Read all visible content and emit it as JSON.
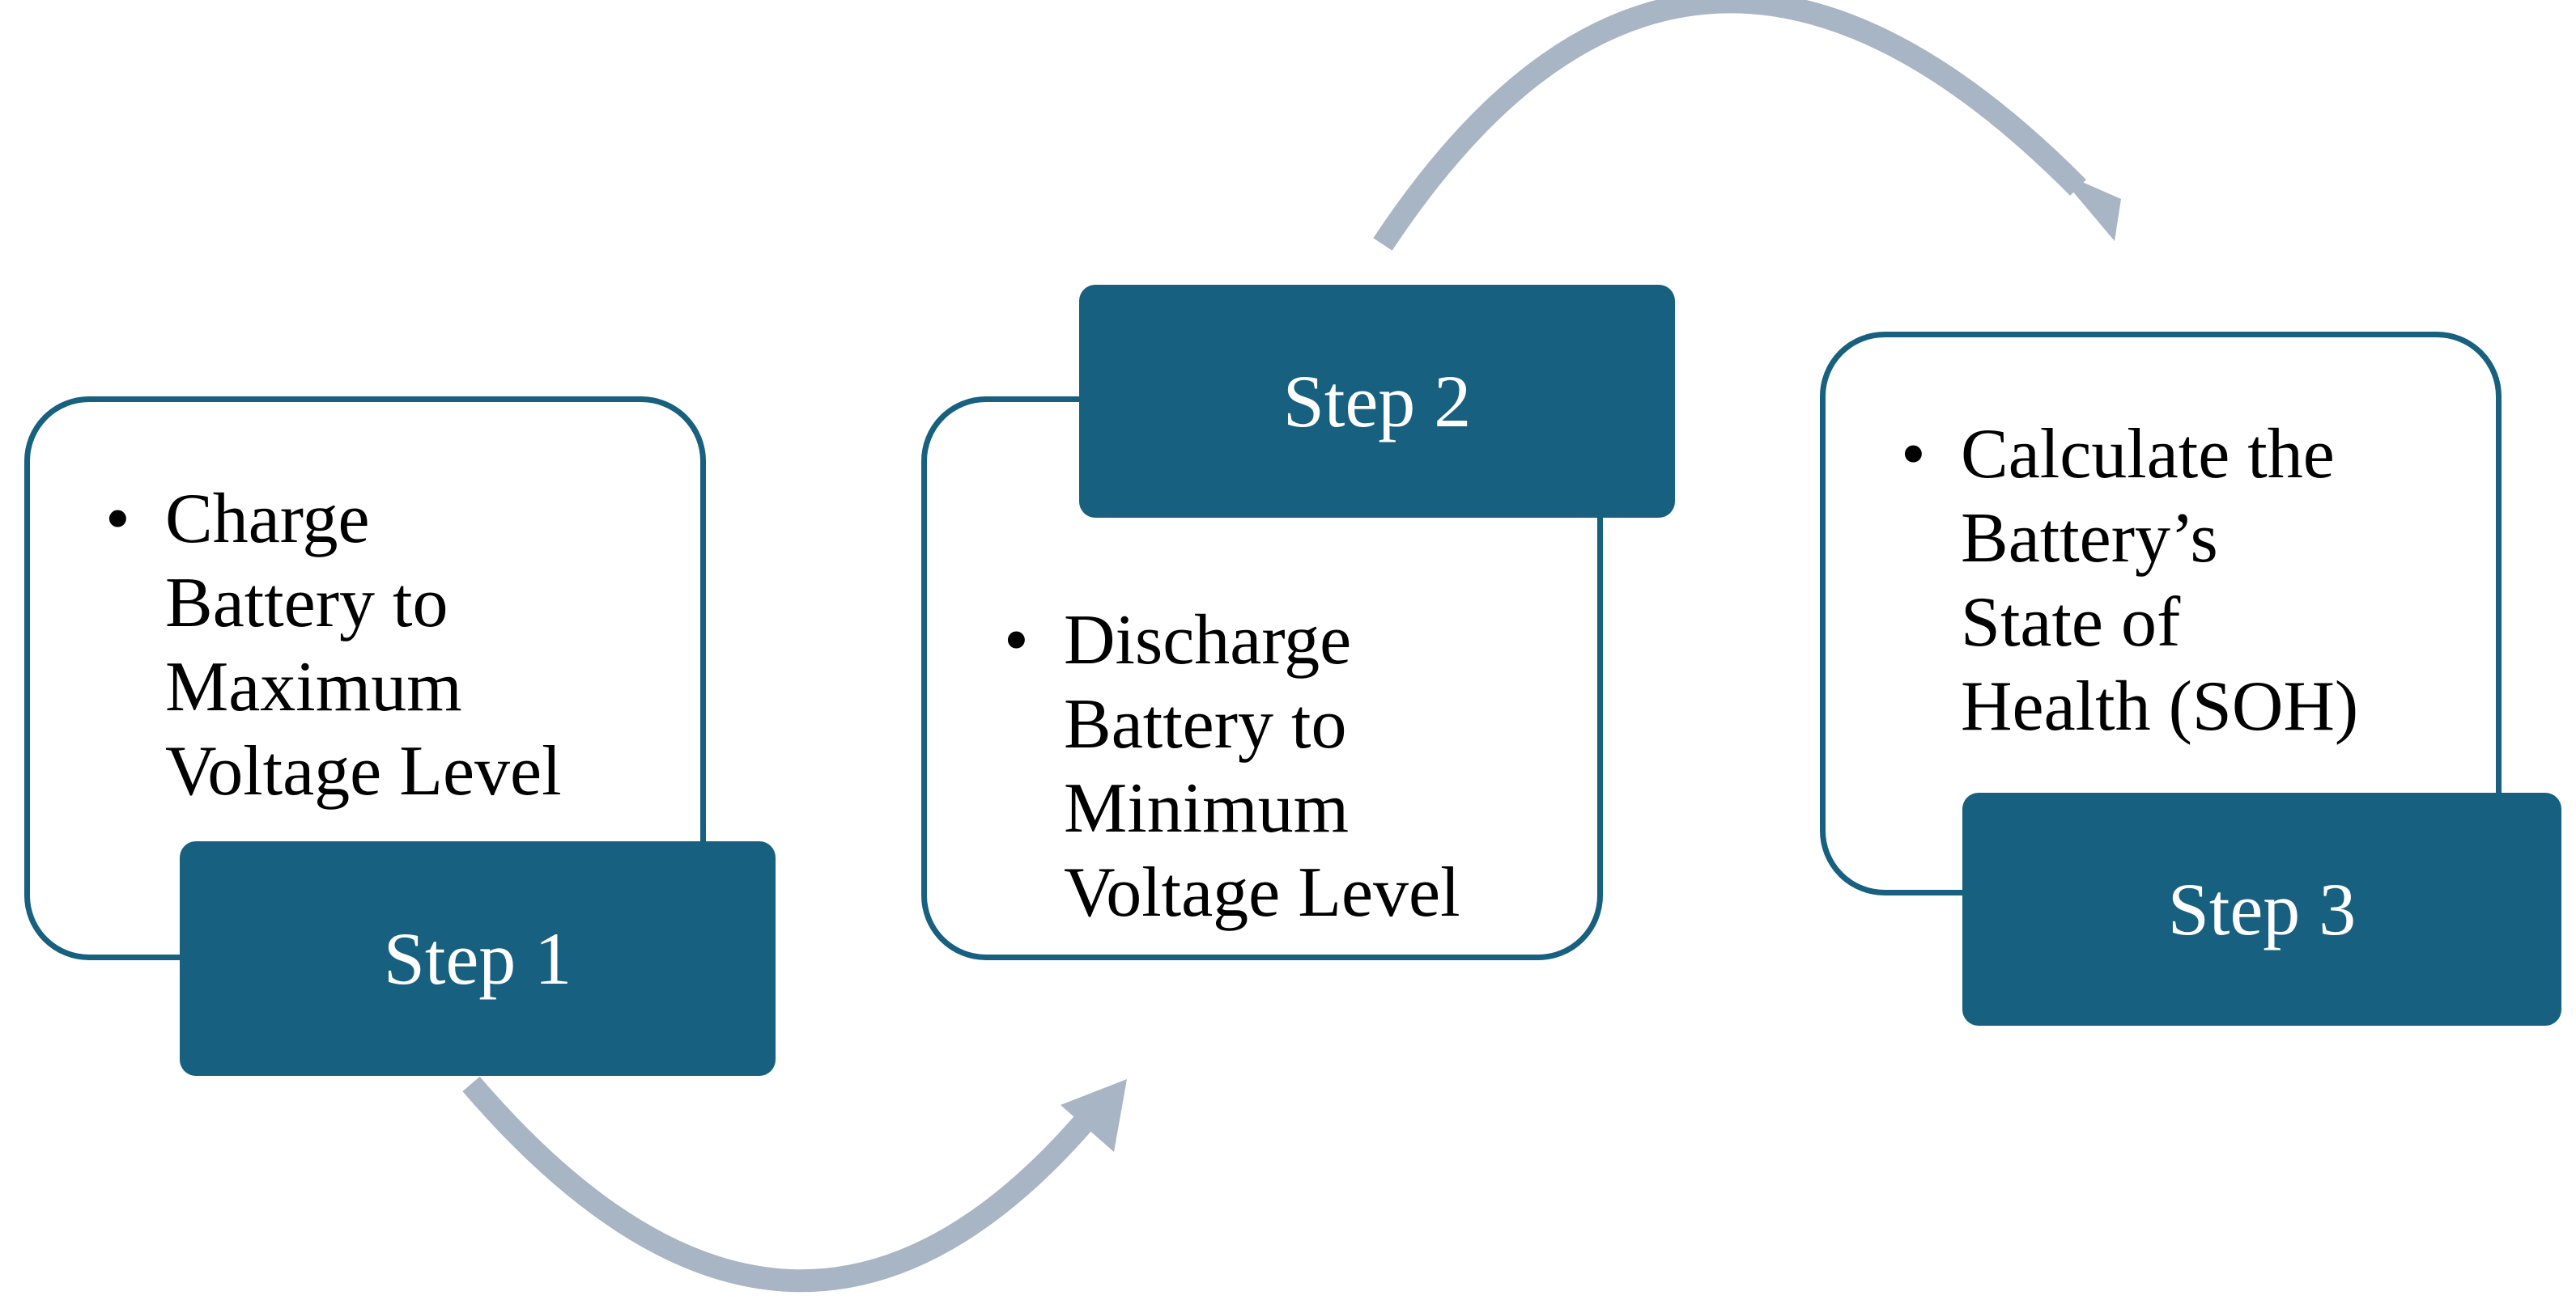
{
  "colors": {
    "box_border": "#17607f",
    "label_fill": "#17607f",
    "label_text": "#ffffff",
    "arrow": "#a8b5c4",
    "text": "#000000"
  },
  "steps": [
    {
      "label": "Step 1",
      "bullet": "•",
      "lines": [
        "Charge",
        "Battery to",
        "Maximum",
        "Voltage Level"
      ]
    },
    {
      "label": "Step 2",
      "bullet": "•",
      "lines": [
        "Discharge",
        "Battery to",
        "Minimum",
        "Voltage Level"
      ]
    },
    {
      "label": "Step 3",
      "bullet": "•",
      "lines": [
        "Calculate the",
        "Battery’s",
        "State of",
        "Health (SOH)"
      ]
    }
  ],
  "connectors": [
    {
      "from": "Step 1",
      "to": "Step 2",
      "icon": "curved-arrow-icon"
    },
    {
      "from": "Step 2",
      "to": "Step 3",
      "icon": "curved-arrow-icon"
    }
  ]
}
